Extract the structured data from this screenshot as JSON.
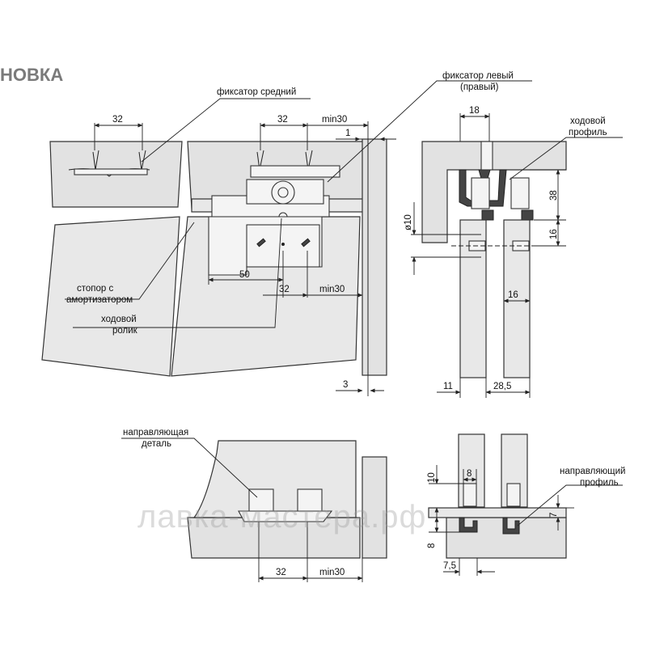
{
  "title": "НОВКА",
  "watermark": "лавка-мастера.рф",
  "labels": {
    "fixator_middle": "фиксатор средний",
    "fixator_left_1": "фиксатор левый",
    "fixator_left_2": "(правый)",
    "running_profile_1": "ходовой",
    "running_profile_2": "профиль",
    "stopper_1": "стопор с",
    "stopper_2": "амортизатором",
    "roller_1": "ходовой",
    "roller_2": "ролик",
    "guide_part_1": "направляющая",
    "guide_part_2": "деталь",
    "guide_profile_1": "направляющий",
    "guide_profile_2": "профиль"
  },
  "dimensions": {
    "d32_a": "32",
    "d32_b": "32",
    "min30_a": "min30",
    "d1": "1",
    "d50": "50",
    "d32_c": "32",
    "min30_b": "min30",
    "d3": "3",
    "d18": "18",
    "d38": "38",
    "d16_v": "16",
    "d10dia": "ø10",
    "d16_h": "16",
    "d11": "11",
    "d28_5": "28,5",
    "d32_d": "32",
    "min30_c": "min30",
    "d10_v": "10",
    "d8_h": "8",
    "d7": "7",
    "d8_v": "8",
    "d7_5": "7,5"
  },
  "colors": {
    "panel": "#e2e2e2",
    "line": "#222222",
    "title": "#7a7a7a"
  }
}
